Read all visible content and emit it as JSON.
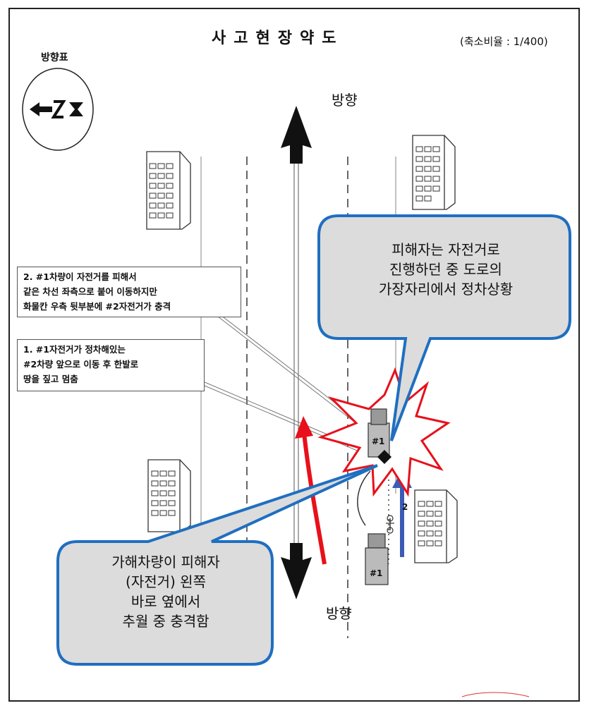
{
  "title": "사고현장약도",
  "scale_label": "(축소비율 : 1/400)",
  "direction_legend": {
    "label": "방향표",
    "icon": "direction-arrow-icon"
  },
  "directions": {
    "top": "방향",
    "bottom": "방향"
  },
  "notes": {
    "note2": {
      "lines": [
        "2. #1차량이 자전거를 피해서",
        "같은 차선 좌측으로 붙어 이동하지만",
        "화물칸 우측 뒷부분에 #2자전거가 충격"
      ]
    },
    "note1": {
      "lines": [
        "1. #1자전거가 정차해있는",
        "#2차량 앞으로 이동 후 한발로",
        "땅을 짚고 멈춤"
      ]
    }
  },
  "callouts": {
    "victim": {
      "lines": [
        "피해자는 자전거로",
        "진행하던 중 도로의",
        "가장자리에서 정차상황"
      ]
    },
    "offender": {
      "lines": [
        "가해차량이 피해자",
        "(자전거) 왼쪽",
        "바로 옆에서",
        "추월 중 충격함"
      ]
    }
  },
  "vehicles": {
    "truck_upper": "#1",
    "truck_lower": "#1",
    "bicycle": "2"
  },
  "colors": {
    "callout_fill": "#dcdcdc",
    "callout_border": "#1f6fc0",
    "red_arrow": "#e8101a",
    "blue_arrow": "#3a5cb5",
    "frame": "#222222"
  }
}
